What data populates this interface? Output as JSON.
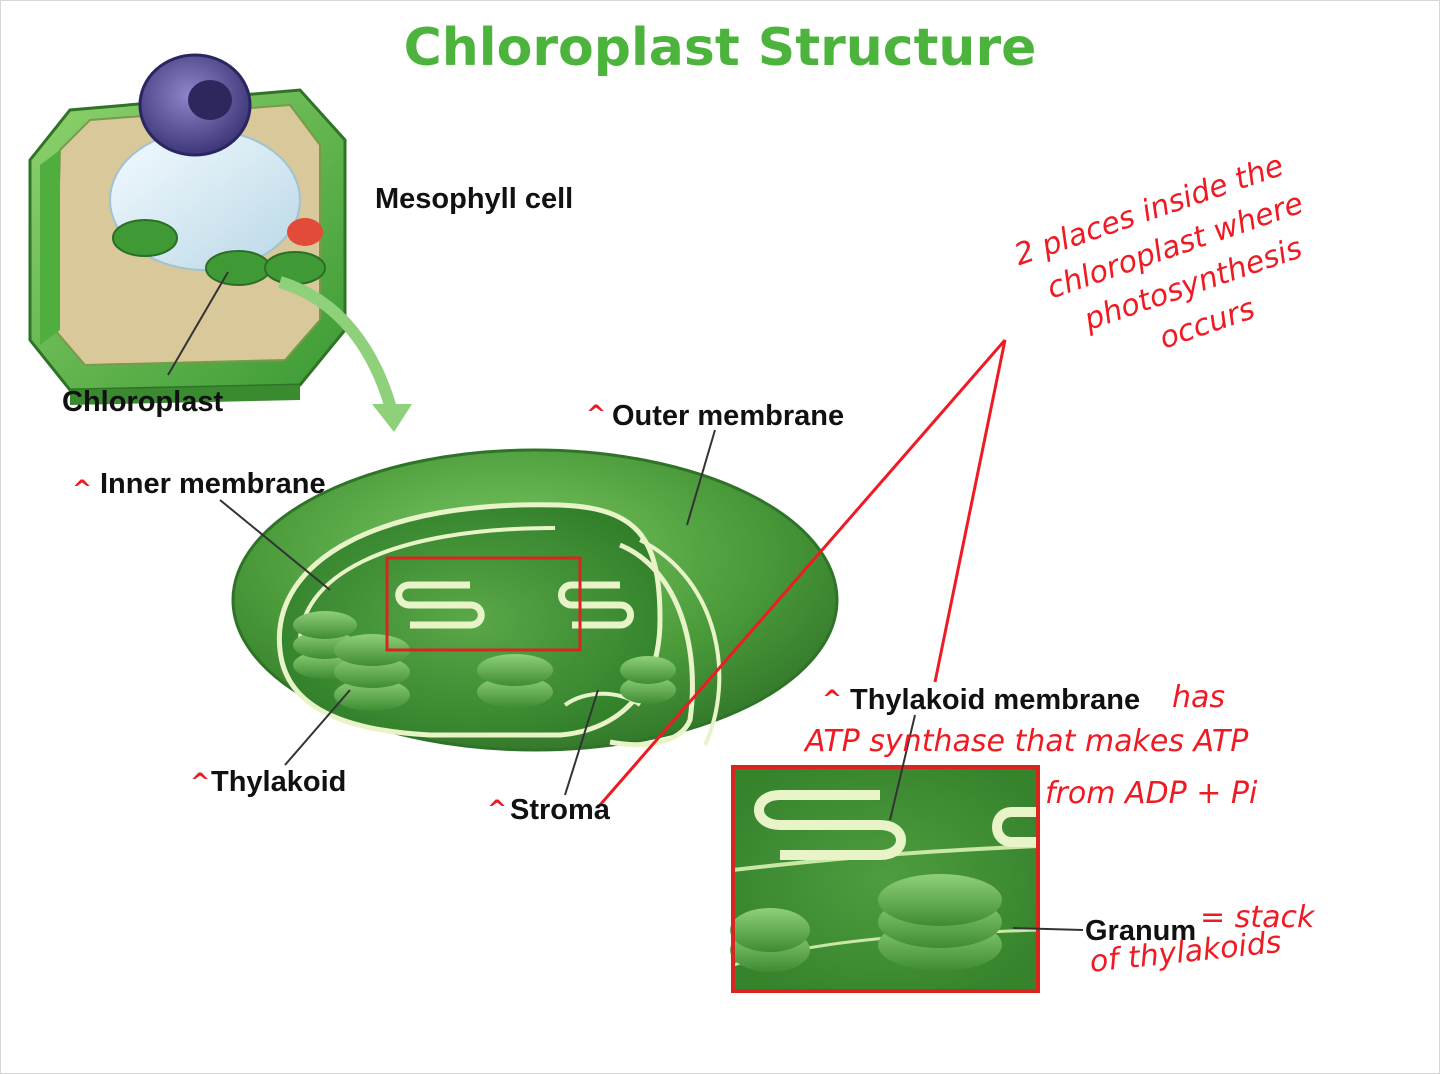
{
  "title": "Chloroplast Structure",
  "labels": {
    "mesophyll_cell": "Mesophyll cell",
    "chloroplast": "Chloroplast",
    "outer_membrane": "Outer membrane",
    "inner_membrane": "Inner membrane",
    "thylakoid": "Thylakoid",
    "stroma": "Stroma",
    "thylakoid_membrane": "Thylakoid membrane",
    "granum": "Granum"
  },
  "annotations": {
    "photosynthesis_sites": [
      "2 places inside the",
      "chloroplast where",
      "photosynthesis",
      "occurs"
    ],
    "thylakoid_membrane_note": [
      "has",
      "ATP synthase that makes ATP",
      "from ADP + Pi"
    ],
    "granum_note": [
      "= stack",
      "of thylakoids"
    ]
  },
  "colors": {
    "title_green": "#4cb43c",
    "annotation_red": "#ee1b24",
    "chloroplast_dark": "#2f7d28",
    "chloroplast_light": "#6fbb5a",
    "membrane_cream": "#e8f4c8"
  },
  "icons": {
    "tick_mark": "^"
  }
}
